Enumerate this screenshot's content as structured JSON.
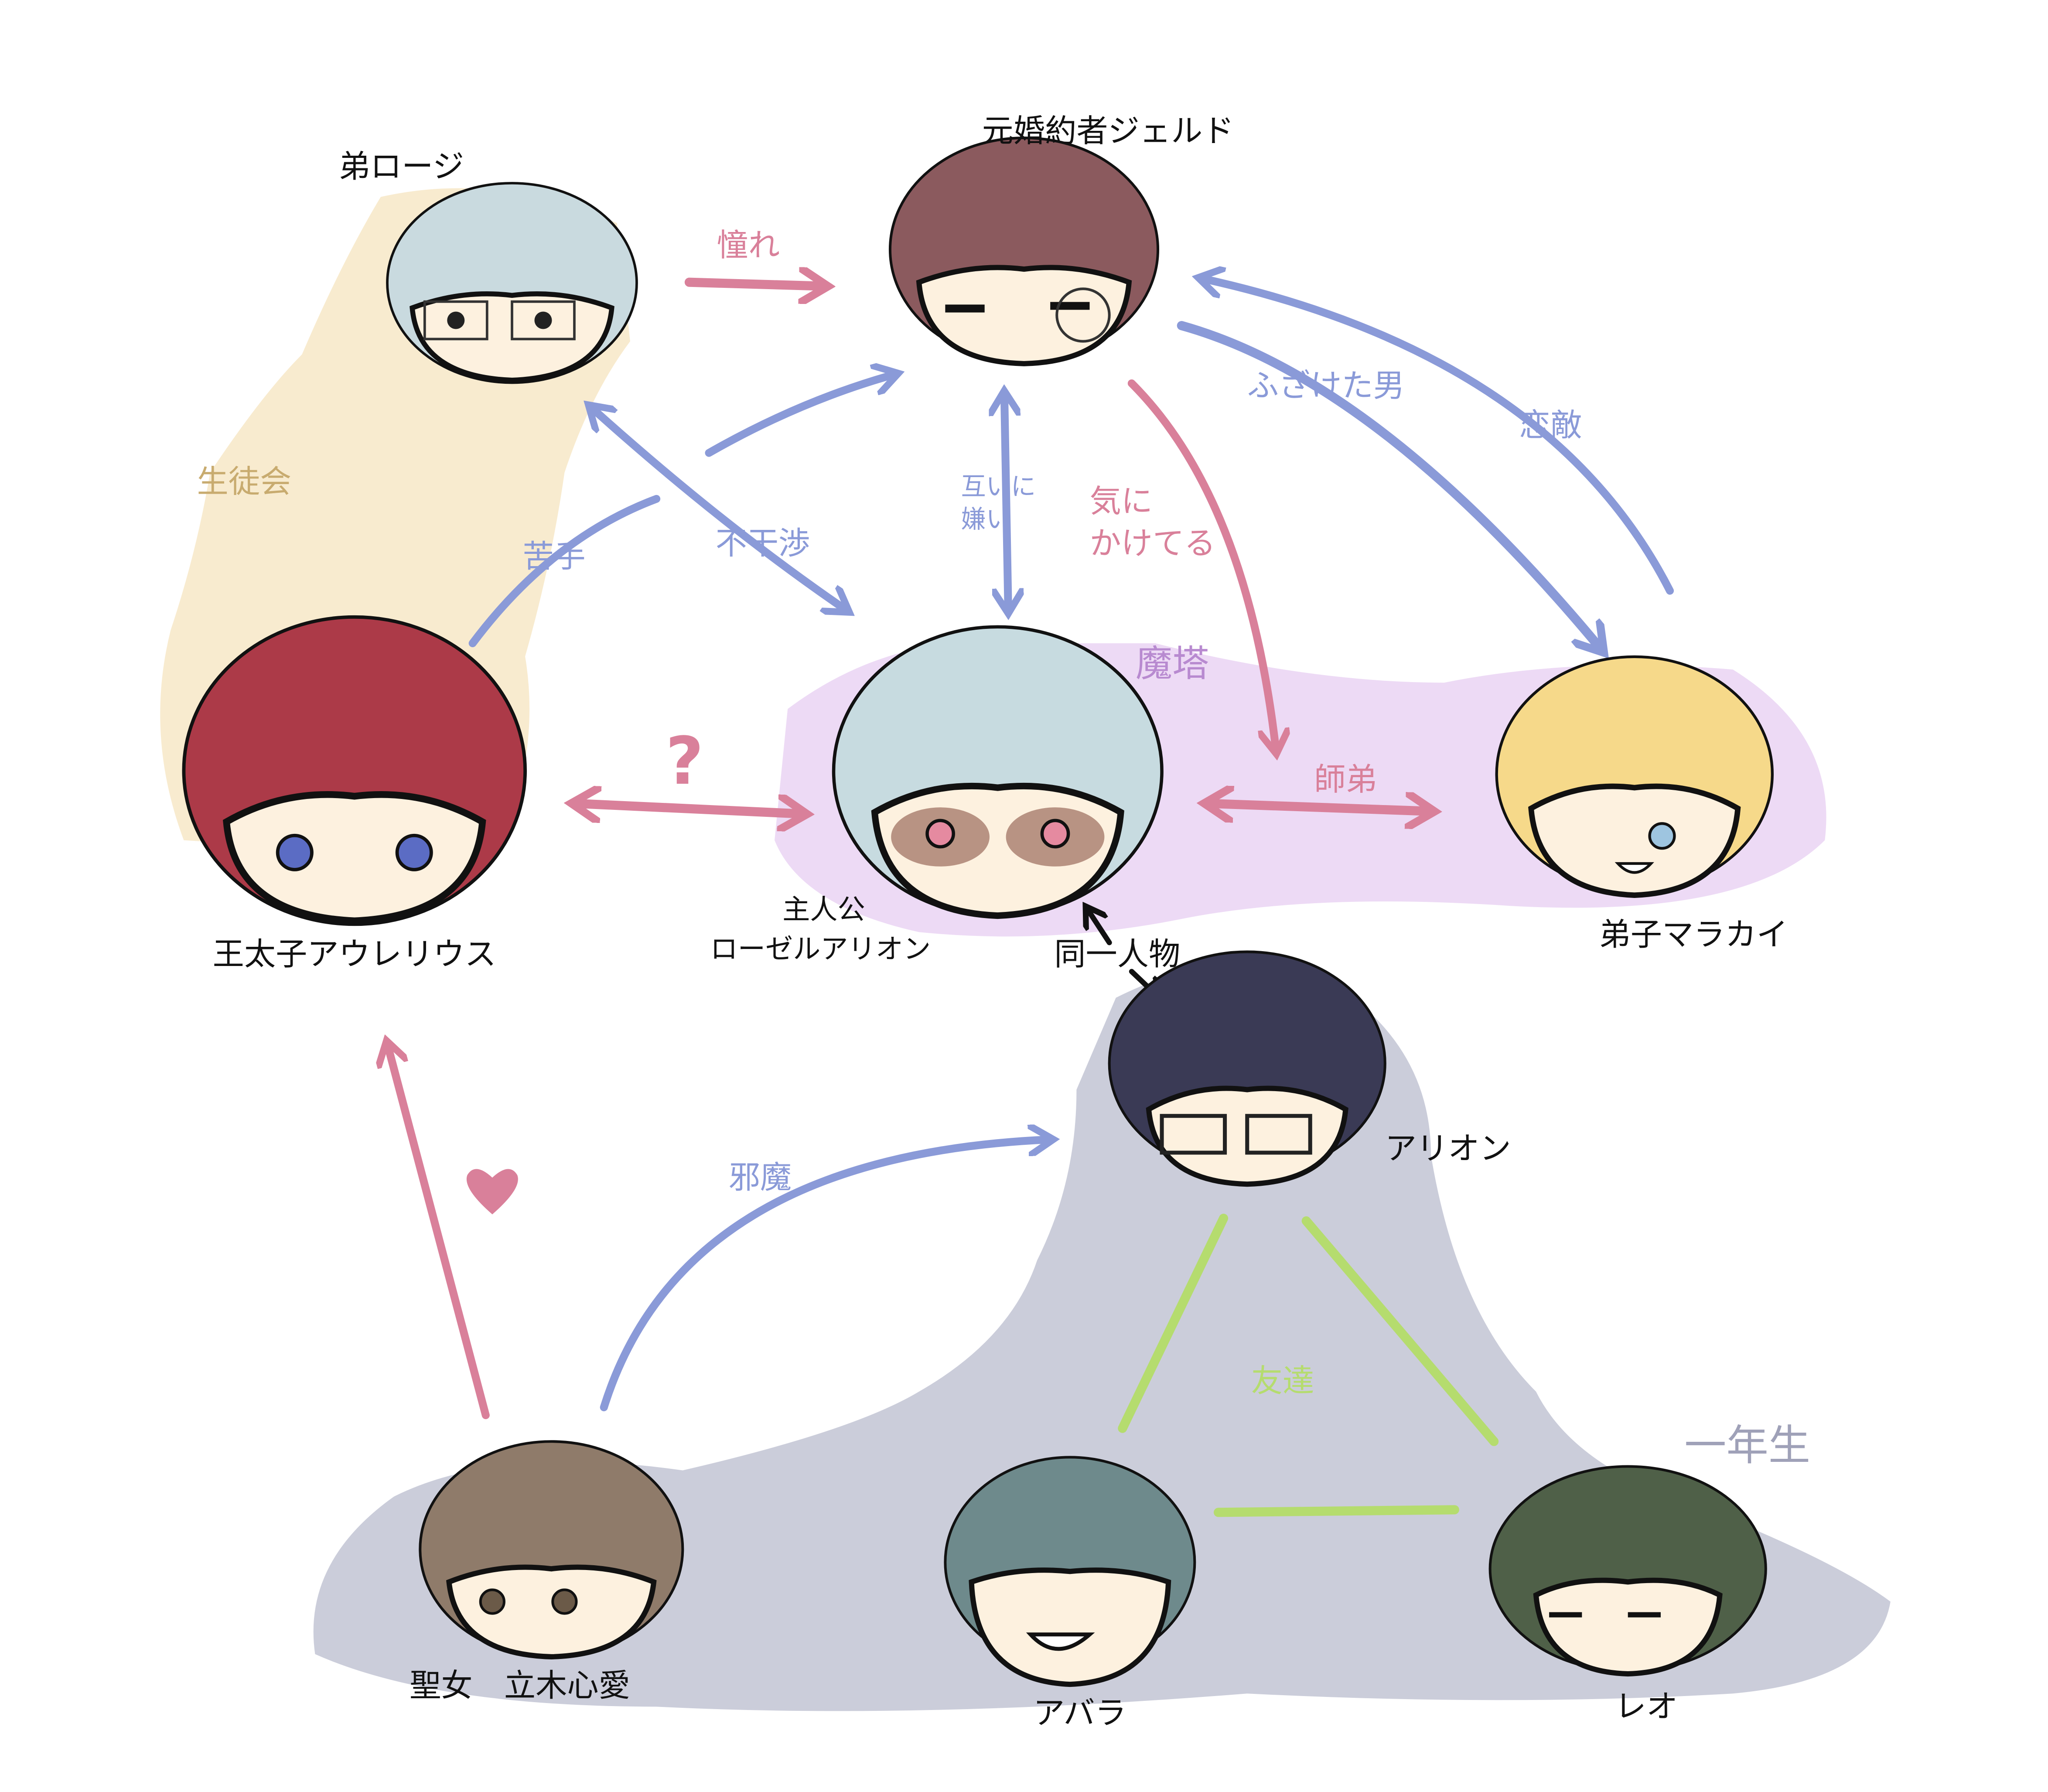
{
  "groups": {
    "student_council": "生徒会",
    "magic_tower": "魔塔",
    "first_year": "一年生"
  },
  "characters": {
    "rosie": "弟ロージ",
    "jeld": "元婚約者ジェルド",
    "aurelius": "王太子アウレリウス",
    "protagonist_role": "主人公",
    "protagonist_name": "ローゼルアリオン",
    "malakai": "弟子マラカイ",
    "arion": "アリオン",
    "cocoa": "聖女　立木心愛",
    "abara": "アバラ",
    "leo": "レオ"
  },
  "relations": {
    "admiration": "憧れ",
    "weak_against": "苦手",
    "non_interference": "不干渉",
    "mutual_dislike_1": "互いに",
    "mutual_dislike_2": "嫌い",
    "cares_1": "気に",
    "cares_2": "かけてる",
    "joker": "ふざけた男",
    "rival": "恋敵",
    "question": "?",
    "master_disciple": "師弟",
    "same_person": "同一人物",
    "obstacle": "邪魔",
    "friends": "友達"
  },
  "colors": {
    "pink": "#d9809a",
    "blue": "#8a9ad8",
    "green": "#b5dc6e",
    "council_bg": "#f8ebcf",
    "tower_bg": "#eddaf5",
    "first_year_bg": "#cbcdda"
  }
}
